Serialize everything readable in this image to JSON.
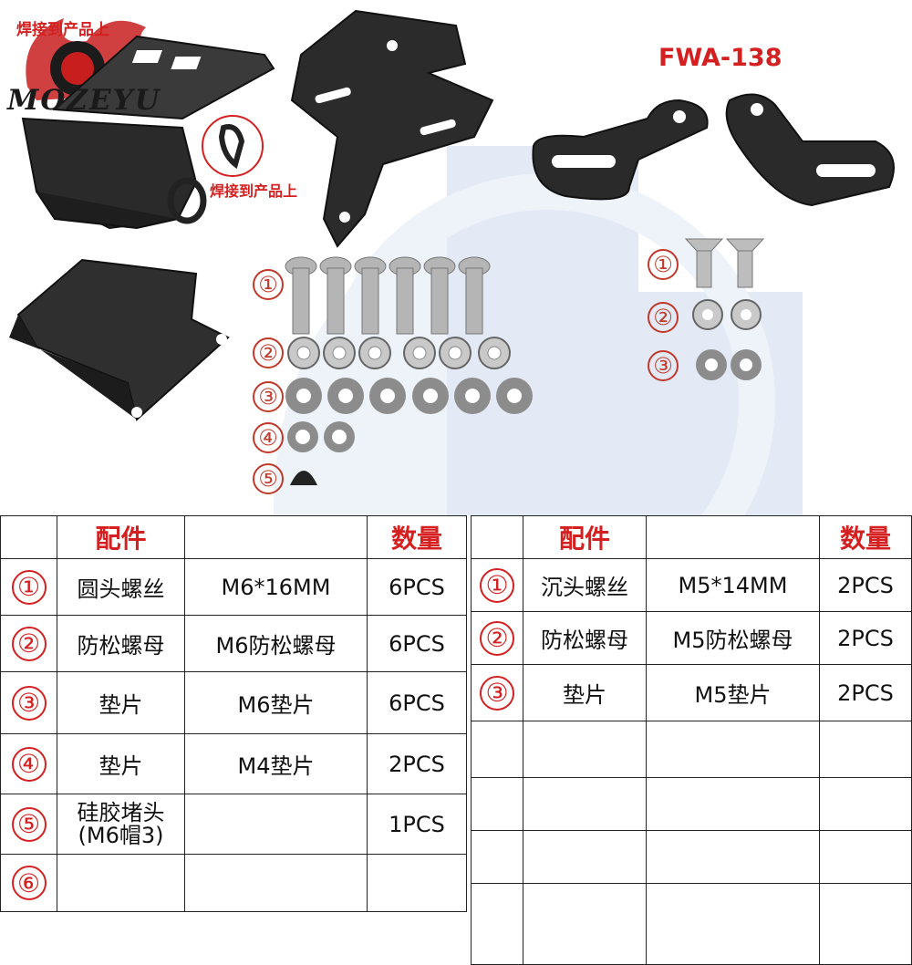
{
  "logo": {
    "brand": "MOZEYU",
    "top_note": "焊接到产品上"
  },
  "weld_note": "焊接到产品上",
  "model_label": "FWA-138",
  "left_kit_numbers": [
    "①",
    "②",
    "③",
    "④",
    "⑤"
  ],
  "right_kit_numbers": [
    "①",
    "②",
    "③"
  ],
  "left_table": {
    "headers": [
      "",
      "配件",
      "",
      "数量"
    ],
    "rows": [
      {
        "num": "①",
        "name": "圆头螺丝",
        "spec": "M6*16MM",
        "qty": "6PCS"
      },
      {
        "num": "②",
        "name": "防松螺母",
        "spec": "M6防松螺母",
        "qty": "6PCS"
      },
      {
        "num": "③",
        "name": "垫片",
        "spec": "M6垫片",
        "qty": "6PCS"
      },
      {
        "num": "④",
        "name": "垫片",
        "spec": "M4垫片",
        "qty": "2PCS"
      },
      {
        "num": "⑤",
        "name": "硅胶堵头\n(M6帽3)",
        "spec": "",
        "qty": "1PCS"
      },
      {
        "num": "⑥",
        "name": "",
        "spec": "",
        "qty": ""
      }
    ]
  },
  "right_table": {
    "headers": [
      "",
      "配件",
      "",
      "数量"
    ],
    "rows": [
      {
        "num": "①",
        "name": "沉头螺丝",
        "spec": "M5*14MM",
        "qty": "2PCS"
      },
      {
        "num": "②",
        "name": "防松螺母",
        "spec": "M5防松螺母",
        "qty": "2PCS"
      },
      {
        "num": "③",
        "name": "垫片",
        "spec": "M5垫片",
        "qty": "2PCS"
      },
      {
        "num": "",
        "name": "",
        "spec": "",
        "qty": ""
      },
      {
        "num": "",
        "name": "",
        "spec": "",
        "qty": ""
      },
      {
        "num": "",
        "name": "",
        "spec": "",
        "qty": ""
      },
      {
        "num": "",
        "name": "",
        "spec": "",
        "qty": ""
      }
    ]
  },
  "colors": {
    "accent_red": "#d42020",
    "watermark_blue": "#dde6f3",
    "metal_dark": "#2a2a2a"
  }
}
